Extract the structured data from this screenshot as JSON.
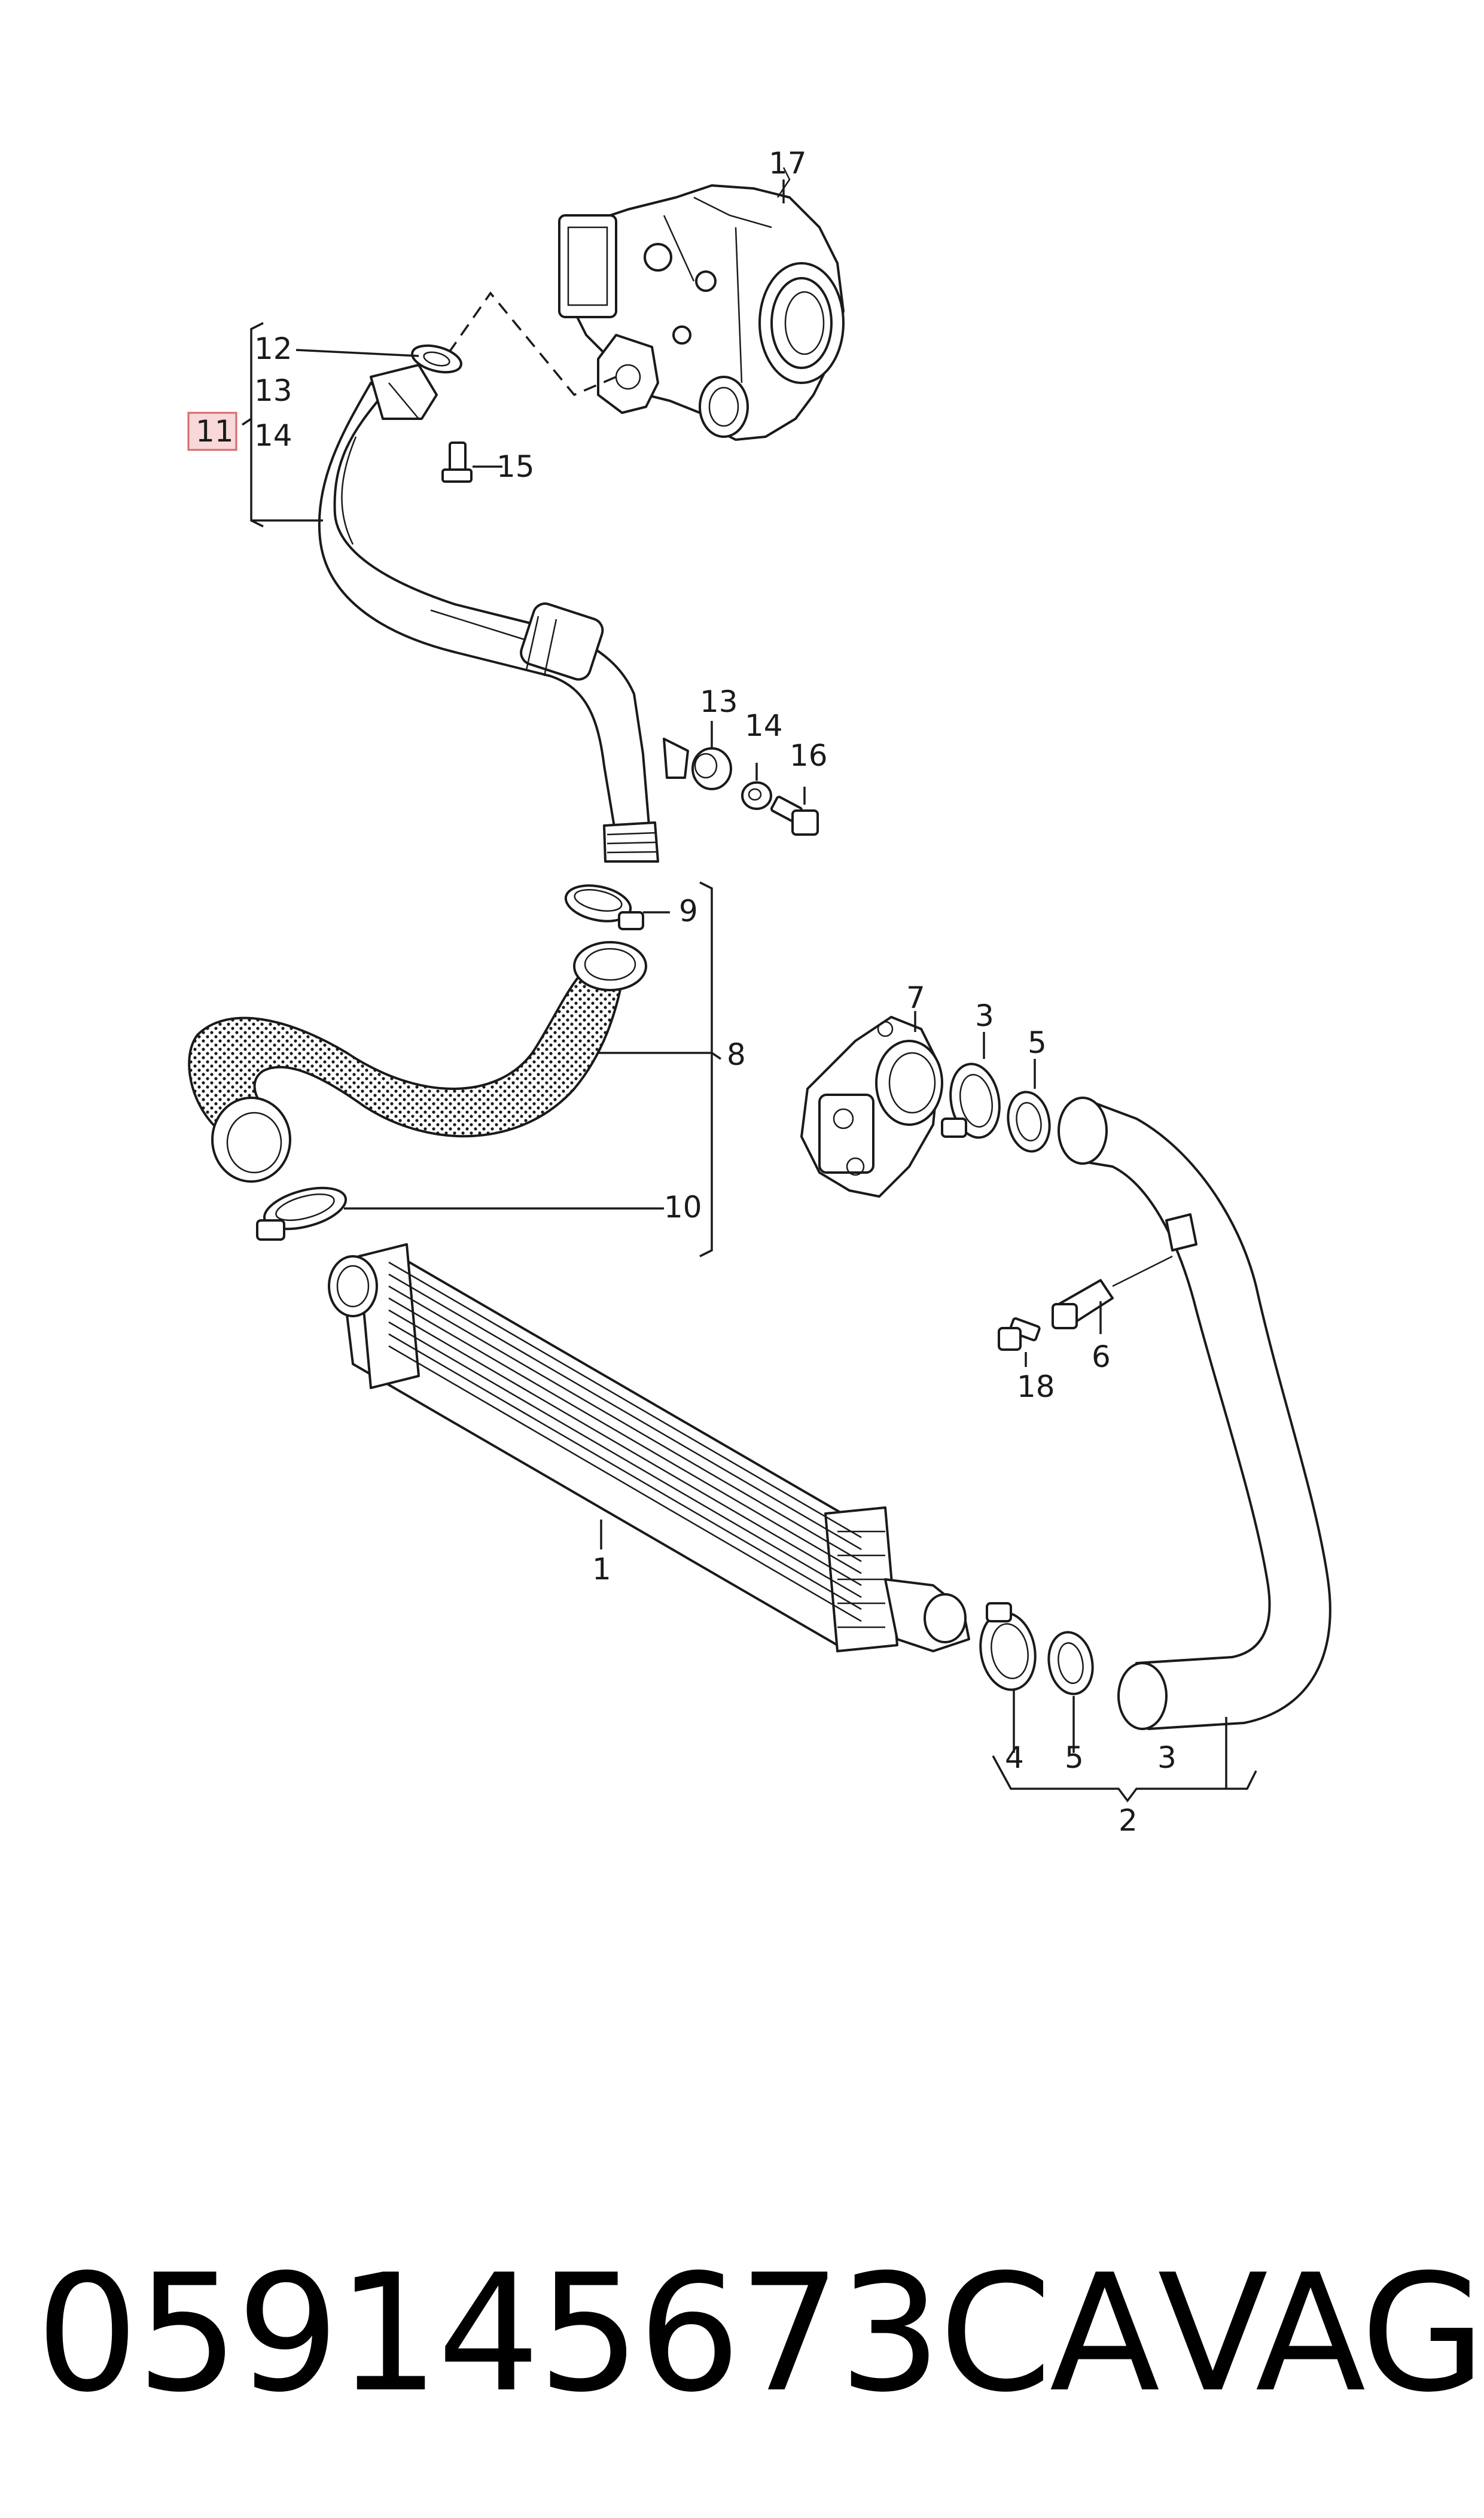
{
  "callouts": {
    "c1": "1",
    "c2": "2",
    "c3a": "3",
    "c3b": "3",
    "c4": "4",
    "c5a": "5",
    "c5b": "5",
    "c6": "6",
    "c7": "7",
    "c8": "8",
    "c9": "9",
    "c10": "10",
    "c11": "11",
    "c12": "12",
    "c13a": "13",
    "c13b": "13",
    "c14a": "14",
    "c14b": "14",
    "c15": "15",
    "c16": "16",
    "c17": "17",
    "c18": "18"
  },
  "highlight_color": "#f2b8b8",
  "footer": {
    "part_number": "059145673CA",
    "brand": "VAG"
  }
}
